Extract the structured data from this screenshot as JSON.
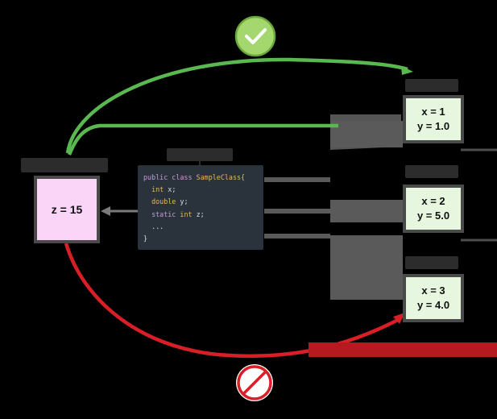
{
  "static_box": {
    "value": "z = 15"
  },
  "objects": [
    {
      "line1": "x = 1",
      "line2": "y = 1.0"
    },
    {
      "line1": "x = 2",
      "line2": "y = 5.0"
    },
    {
      "line1": "x = 3",
      "line2": "y = 4.0"
    }
  ],
  "code": {
    "l1_kw": "public class ",
    "l1_cls": "SampleClass{",
    "l2_ty": "int",
    "l2_id": " x;",
    "l3_ty": "double",
    "l3_id": " y;",
    "l4_kw": "static",
    "l4_ty": " int",
    "l4_id": " z;",
    "l5": "...",
    "l6": "}"
  },
  "colors": {
    "allowed": "#59b84f",
    "forbidden": "#d81f27",
    "connector": "#5f5f5f",
    "static_box_fill": "#fbd5f8",
    "object_box_fill": "#e6f6df",
    "code_bg": "#2a323c"
  },
  "icons": {
    "allowed": "check-circle-icon",
    "forbidden": "prohibited-icon"
  }
}
